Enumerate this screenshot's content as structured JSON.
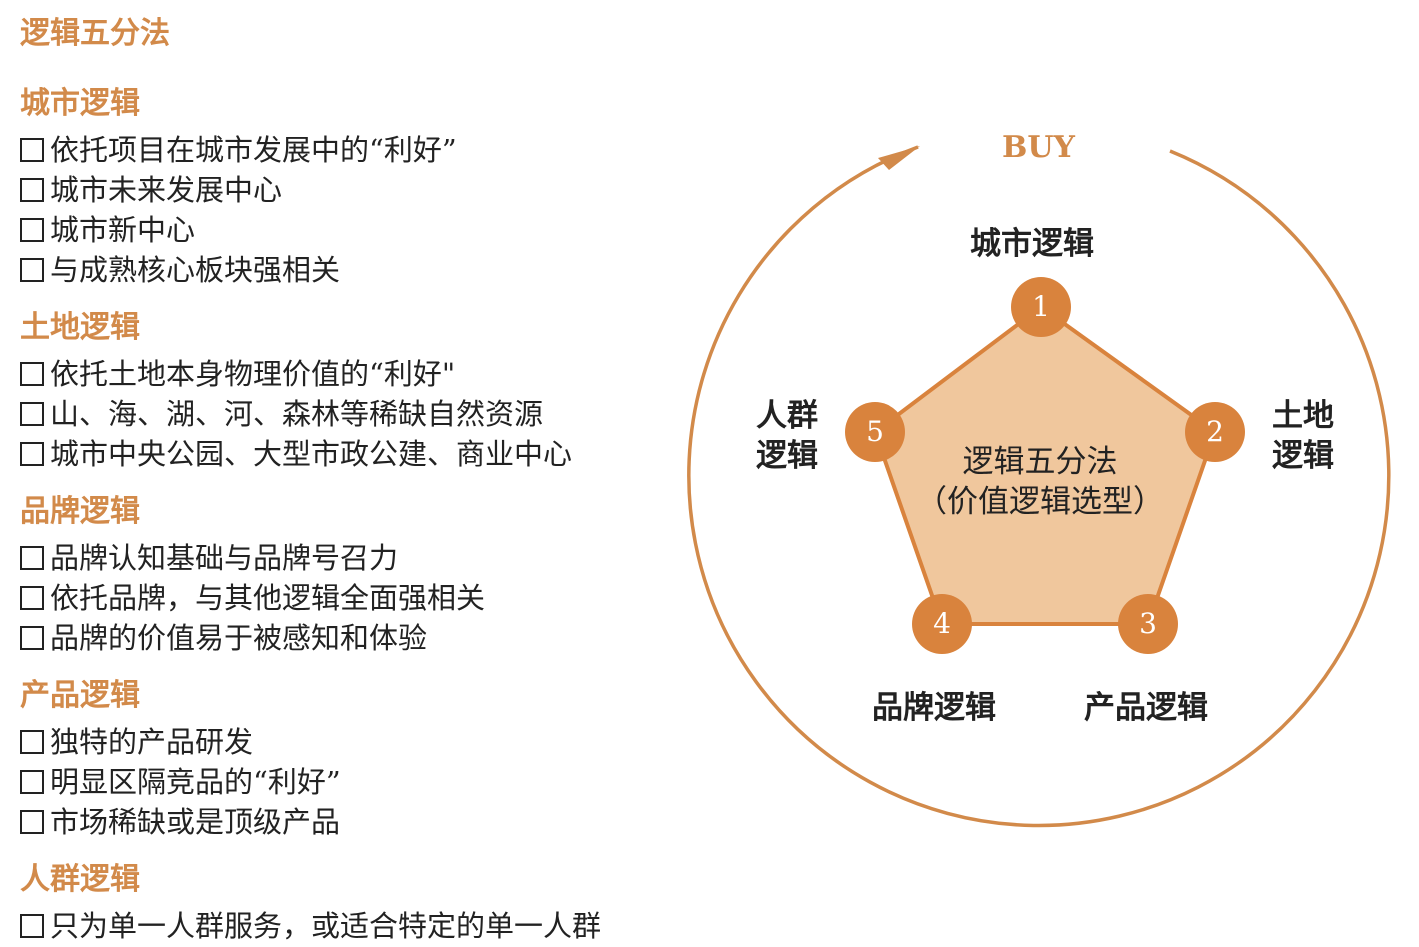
{
  "left_panel": {
    "title": "逻辑五分法",
    "sections": [
      {
        "title": "城市逻辑",
        "items": [
          "依托项目在城市发展中的“利好”",
          "城市未来发展中心",
          "城市新中心",
          "与成熟核心板块强相关"
        ]
      },
      {
        "title": "土地逻辑",
        "items": [
          "依托土地本身物理价值的“利好\"",
          "山、海、湖、河、森林等稀缺自然资源",
          "城市中央公园、大型市政公建、商业中心"
        ]
      },
      {
        "title": "品牌逻辑",
        "items": [
          "品牌认知基础与品牌号召力",
          "依托品牌，与其他逻辑全面强相关",
          "品牌的价值易于被感知和体验"
        ]
      },
      {
        "title": "产品逻辑",
        "items": [
          "独特的产品研发",
          "明显区隔竞品的“利好”",
          "市场稀缺或是顶级产品"
        ]
      },
      {
        "title": "人群逻辑",
        "items": [
          "只为单一人群服务，或适合特定的单一人群"
        ]
      }
    ]
  },
  "diagram": {
    "buy_label": "BUY",
    "center_line1": "逻辑五分法",
    "center_line2": "（价值逻辑选型）",
    "nodes": [
      {
        "number": "1",
        "label": "城市逻辑"
      },
      {
        "number": "2",
        "label_line1": "土地",
        "label_line2": "逻辑"
      },
      {
        "number": "3",
        "label": "产品逻辑"
      },
      {
        "number": "4",
        "label": "品牌逻辑"
      },
      {
        "number": "5",
        "label_line1": "人群",
        "label_line2": "逻辑"
      }
    ],
    "colors": {
      "accent": "#d28a4a",
      "node_fill": "#d9833d",
      "pentagon_fill": "#f0c79d",
      "circle_stroke": "#d28a4a"
    }
  }
}
